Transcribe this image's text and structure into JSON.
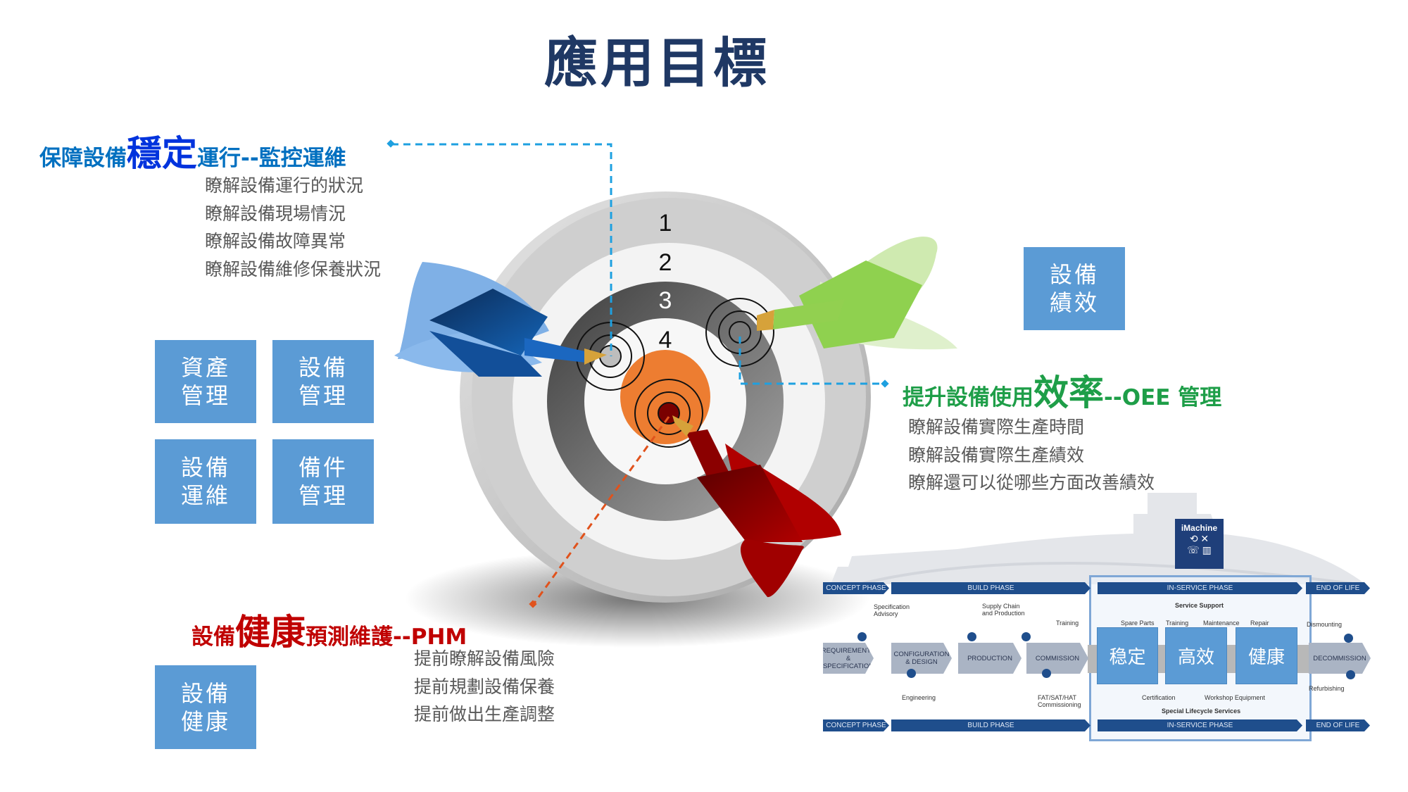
{
  "title": "應用目標",
  "sections": {
    "stable": {
      "prefix": "保障設備",
      "emphasis": "穩定",
      "suffix": "運行--監控運維",
      "items": [
        "瞭解設備運行的狀況",
        "瞭解設備現場情況",
        "瞭解設備故障異常",
        "瞭解設備維修保養狀況"
      ]
    },
    "efficiency": {
      "prefix": "提升設備使用",
      "emphasis": "效率",
      "suffix": "--OEE 管理",
      "items": [
        "瞭解設備實際生產時間",
        "瞭解設備實際生產績效",
        "瞭解還可以從哪些方面改善績效"
      ]
    },
    "health": {
      "prefix": "設備",
      "emphasis": "健康",
      "suffix": "預測維護--PHM",
      "items": [
        "提前瞭解設備風險",
        "提前規劃設備保養",
        "提前做出生產調整"
      ]
    }
  },
  "tiles": {
    "asset": [
      "資產",
      "管理"
    ],
    "equipment": [
      "設備",
      "管理"
    ],
    "maintenance": [
      "設備",
      "運維"
    ],
    "spares": [
      "備件",
      "管理"
    ],
    "health": [
      "設備",
      "健康"
    ],
    "performance": [
      "設備",
      "績效"
    ]
  },
  "target": {
    "rings": [
      "1",
      "2",
      "3",
      "4"
    ]
  },
  "lifecycle": {
    "logo": "iMachine",
    "phases": [
      "CONCEPT PHASE",
      "BUILD PHASE",
      "IN-SERVICE PHASE",
      "END OF LIFE"
    ],
    "steps": {
      "req": [
        "REQUIREMENTS",
        "&",
        "SPECIFICATION"
      ],
      "config": [
        "CONFIGURATION",
        "& DESIGN"
      ],
      "production": "PRODUCTION",
      "commission": "COMMISSION",
      "decommission": "DECOMMISSION"
    },
    "labels": {
      "spec_advisory": [
        "Specification",
        "Advisory"
      ],
      "supply_chain": [
        "Supply Chain",
        "and Production"
      ],
      "training": "Training",
      "engineering": "Engineering",
      "fat": [
        "FAT/SAT/HAT",
        "Commissioning"
      ],
      "service_support": "Service Support",
      "spare_parts": "Spare Parts",
      "training2": "Training",
      "maintenance": "Maintenance",
      "repair": "Repair",
      "certification": "Certification",
      "workshop": "Workshop Equipment",
      "special": "Special Lifecycle Services",
      "dismounting": "Dismounting",
      "refurbishing": "Refurbishing"
    },
    "goals": [
      "稳定",
      "高效",
      "健康"
    ]
  },
  "colors": {
    "tile": "#5b9bd5",
    "navy": "#1f4e8c",
    "blue": "#0070c0",
    "green": "#1e9e48",
    "red": "#c00000",
    "orange": "#ed7d31"
  }
}
